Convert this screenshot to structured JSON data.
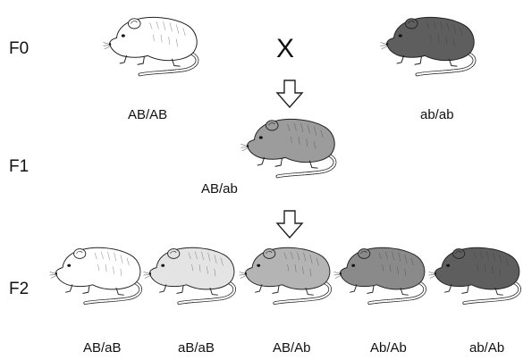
{
  "generations": {
    "f0": "F0",
    "f1": "F1",
    "f2": "F2"
  },
  "cross_symbol": "X",
  "f0": {
    "left_genotype": "AB/AB",
    "right_genotype": "ab/ab",
    "left_color": "#ffffff",
    "right_color": "#5e5e5e"
  },
  "f1": {
    "genotype": "AB/ab",
    "color": "#9c9c9c"
  },
  "f2": {
    "mice": [
      {
        "genotype": "AB/aB",
        "color": "#ffffff"
      },
      {
        "genotype": "aB/aB",
        "color": "#e4e4e4"
      },
      {
        "genotype": "AB/Ab",
        "color": "#b4b4b4"
      },
      {
        "genotype": "Ab/Ab",
        "color": "#8a8a8a"
      },
      {
        "genotype": "ab/Ab",
        "color": "#5e5e5e"
      }
    ]
  }
}
